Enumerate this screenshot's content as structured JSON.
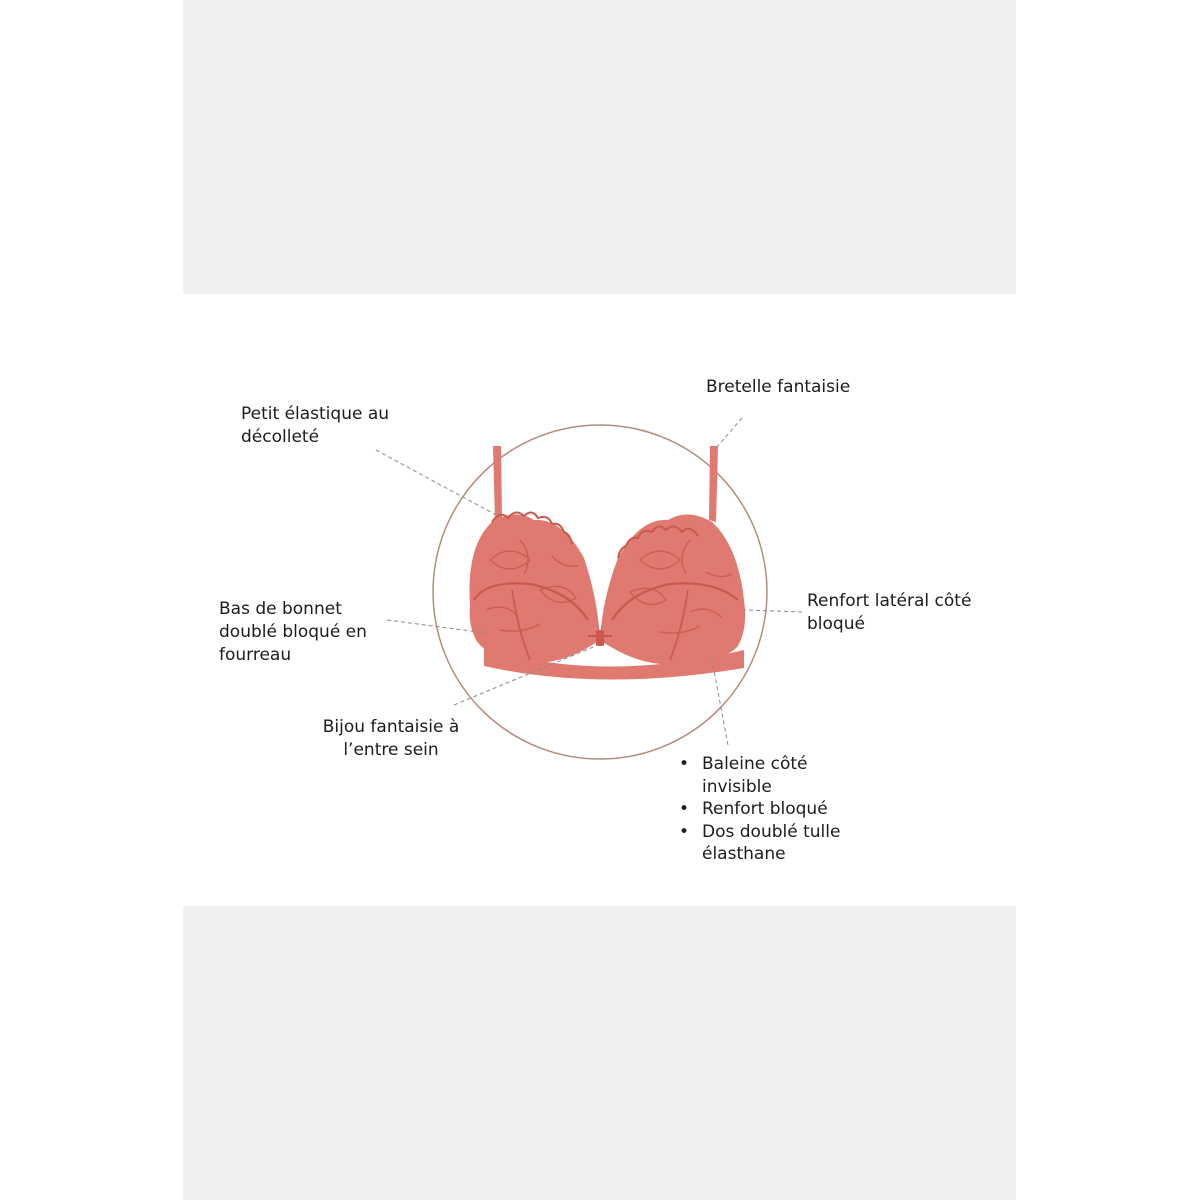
{
  "labels": {
    "bretelle": "Bretelle fantaisie",
    "elastique": "Petit élastique au décolleté",
    "bas_bonnet": "Bas de bonnet doublé bloqué en fourreau",
    "renfort_lateral": "Renfort latéral côté bloqué",
    "bijou": "Bijou fantaisie à l’entre sein"
  },
  "feature_list": [
    "Baleine côté invisible",
    "Renfort bloqué",
    "Dos doublé tulle élasthane"
  ],
  "colors": {
    "background": "#ffffff",
    "gray_band": "#f0f0f0",
    "circle": "#b58c7c",
    "leader_line": "#8a8a8a",
    "product": "#e07a70",
    "product_dark": "#c9594f"
  }
}
